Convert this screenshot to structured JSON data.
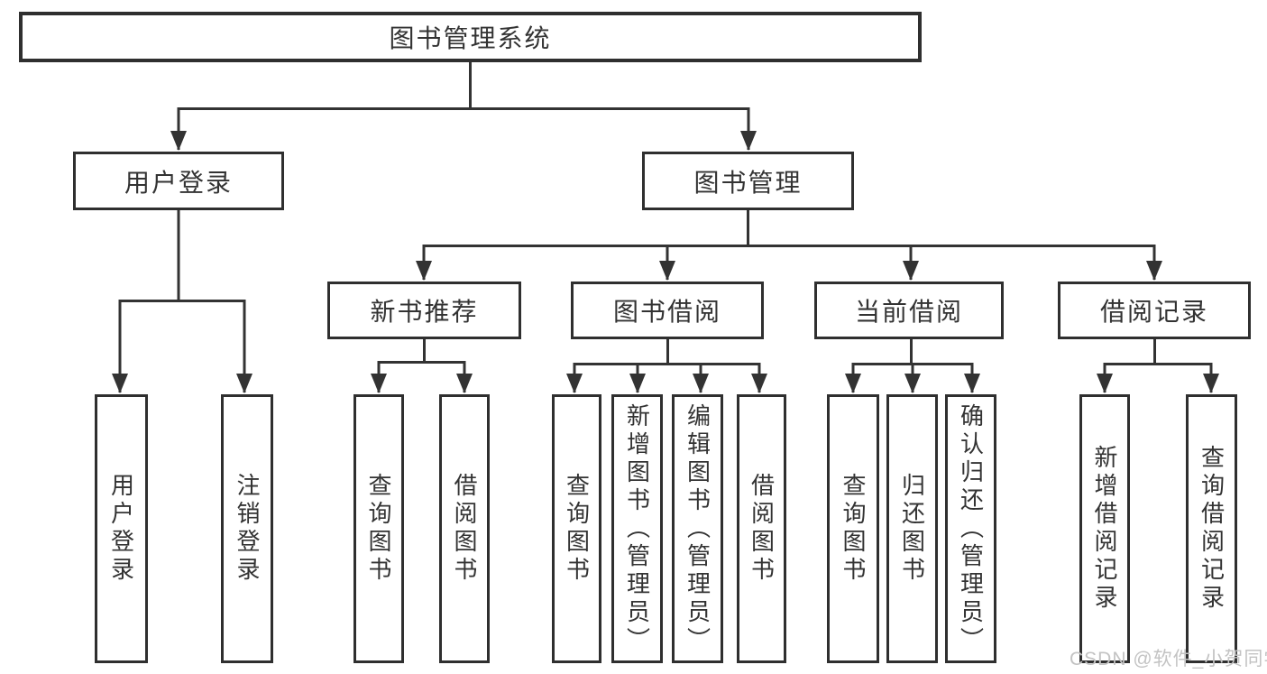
{
  "diagram": {
    "type": "hierarchy-tree",
    "title": "图书管理系统",
    "level2": {
      "user_login": "用户登录",
      "book_management": "图书管理"
    },
    "level3": {
      "new_book_recommend": "新书推荐",
      "book_borrowing": "图书借阅",
      "current_borrowing": "当前借阅",
      "borrowing_records": "借阅记录"
    },
    "leaves": {
      "user_login": "用户登录",
      "logout": "注销登录",
      "recommend_query_books": "查询图书",
      "recommend_borrow_books": "借阅图书",
      "borrowing_query_books": "查询图书",
      "borrowing_add_books": "新增图书（管理员）",
      "borrowing_edit_books": "编辑图书（管理员）",
      "borrowing_borrow_books": "借阅图书",
      "current_query_books": "查询图书",
      "current_return_books": "归还图书",
      "current_confirm_return": "确认归还（管理员）",
      "records_add_record": "新增借阅记录",
      "records_query_record": "查询借阅记录"
    }
  },
  "watermark": {
    "text": "CSDN @软件_小贺同学",
    "color": "#c3c3c3"
  },
  "colors": {
    "border": "#2f2f2f",
    "line": "#333333",
    "text": "#333333",
    "background": "#ffffff"
  }
}
